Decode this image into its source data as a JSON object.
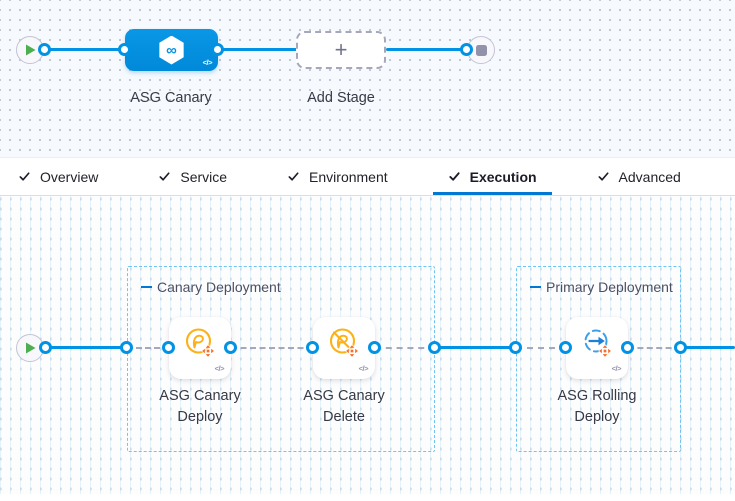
{
  "code_glyph": "</>",
  "stage_canvas": {
    "stage": {
      "label": "ASG Canary"
    },
    "add_stage": {
      "label": "Add Stage",
      "plus_glyph": "+"
    }
  },
  "tabs": {
    "active": "Execution",
    "items": [
      {
        "label": "Overview"
      },
      {
        "label": "Service"
      },
      {
        "label": "Environment"
      },
      {
        "label": "Execution"
      },
      {
        "label": "Advanced"
      }
    ]
  },
  "execution_canvas": {
    "groups": [
      {
        "title": "Canary Deployment",
        "steps": [
          {
            "label_line1": "ASG Canary",
            "label_line2": "Deploy",
            "icon": "asg-canary-deploy-icon"
          },
          {
            "label_line1": "ASG Canary",
            "label_line2": "Delete",
            "icon": "asg-canary-delete-icon"
          }
        ]
      },
      {
        "title": "Primary Deployment",
        "steps": [
          {
            "label_line1": "ASG Rolling",
            "label_line2": "Deploy",
            "icon": "asg-rolling-deploy-icon"
          }
        ]
      }
    ]
  },
  "colors": {
    "wire_blue": "#0092e4",
    "tab_underline_blue": "#0278d5",
    "play_green": "#4dae50",
    "canary_amber": "#fcb117",
    "asg_orange": "#f76e2c",
    "dashed_connector_gray": "#a6a7bc"
  }
}
